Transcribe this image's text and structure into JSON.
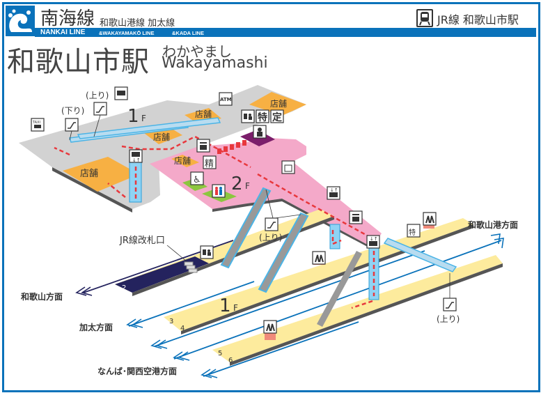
{
  "header": {
    "line_name": "南海線",
    "sub_lines": "和歌山港線 加太線",
    "en_main": "NANKAI LINE",
    "en_sub1": "&WAKAYAMAKŌ LINE",
    "en_sub2": "&KADA LINE",
    "jr_transfer": "JR線 和歌山市駅"
  },
  "station": {
    "name": "和歌山市駅",
    "kana": "わかやまし",
    "roman": "Wakayamashi"
  },
  "floors": {
    "f1_upper": "1",
    "f2": "2",
    "f1_lower": "1",
    "suffix": "F"
  },
  "shops": {
    "label": "店舗"
  },
  "labels": {
    "up": "(上り)",
    "down": "(下り)",
    "jr_gate": "JR線改札口",
    "atm": "ATM",
    "taxi": "TAXI",
    "express1": "特",
    "express2": "定",
    "fare_adjust": "精",
    "express_small": "特"
  },
  "platforms": {
    "p2": "2",
    "p3": "3",
    "p4": "4",
    "p5": "5",
    "p6": "6"
  },
  "directions": {
    "wakayama": "和歌山方面",
    "kada": "加太方面",
    "namba": "なんば･関西空港方面",
    "wakayamako": "和歌山港方面"
  },
  "colors": {
    "brand": "#0a72ba",
    "shop": "#f7b043",
    "concourse2f": "#f4a9c9",
    "platform": "#fdeb9d",
    "concourse1f": "#d2d2d2",
    "route": "#e8383d"
  }
}
